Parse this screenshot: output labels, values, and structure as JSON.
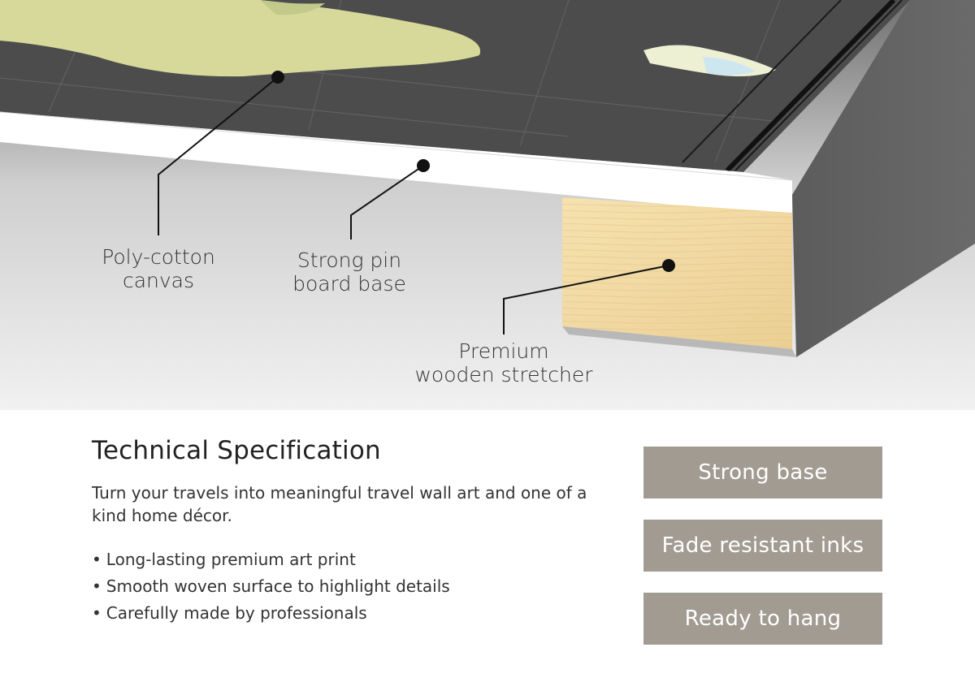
{
  "callouts": {
    "canvas": {
      "line1": "Poly-cotton",
      "line2": "canvas"
    },
    "pinboard": {
      "line1": "Strong pin",
      "line2": "board base"
    },
    "stretcher": {
      "line1": "Premium",
      "line2": "wooden stretcher"
    }
  },
  "spec": {
    "title": "Technical Specification",
    "description": "Turn your travels into meaningful travel wall art and one of a kind home décor.",
    "bullet_glyph": "•",
    "bullets": [
      "Long-lasting premium art print",
      "Smooth woven surface to highlight details",
      "Carefully made by professionals"
    ]
  },
  "badges": [
    "Strong base",
    "Fade resistant inks",
    "Ready to hang"
  ],
  "colors": {
    "badge_background": "#a29b92",
    "badge_text": "#ffffff",
    "map_ocean": "#4a4a4a",
    "land": "#d9dca0",
    "wood": "#f0d9a3",
    "board_edge": "#ffffff",
    "text": "#333333"
  }
}
